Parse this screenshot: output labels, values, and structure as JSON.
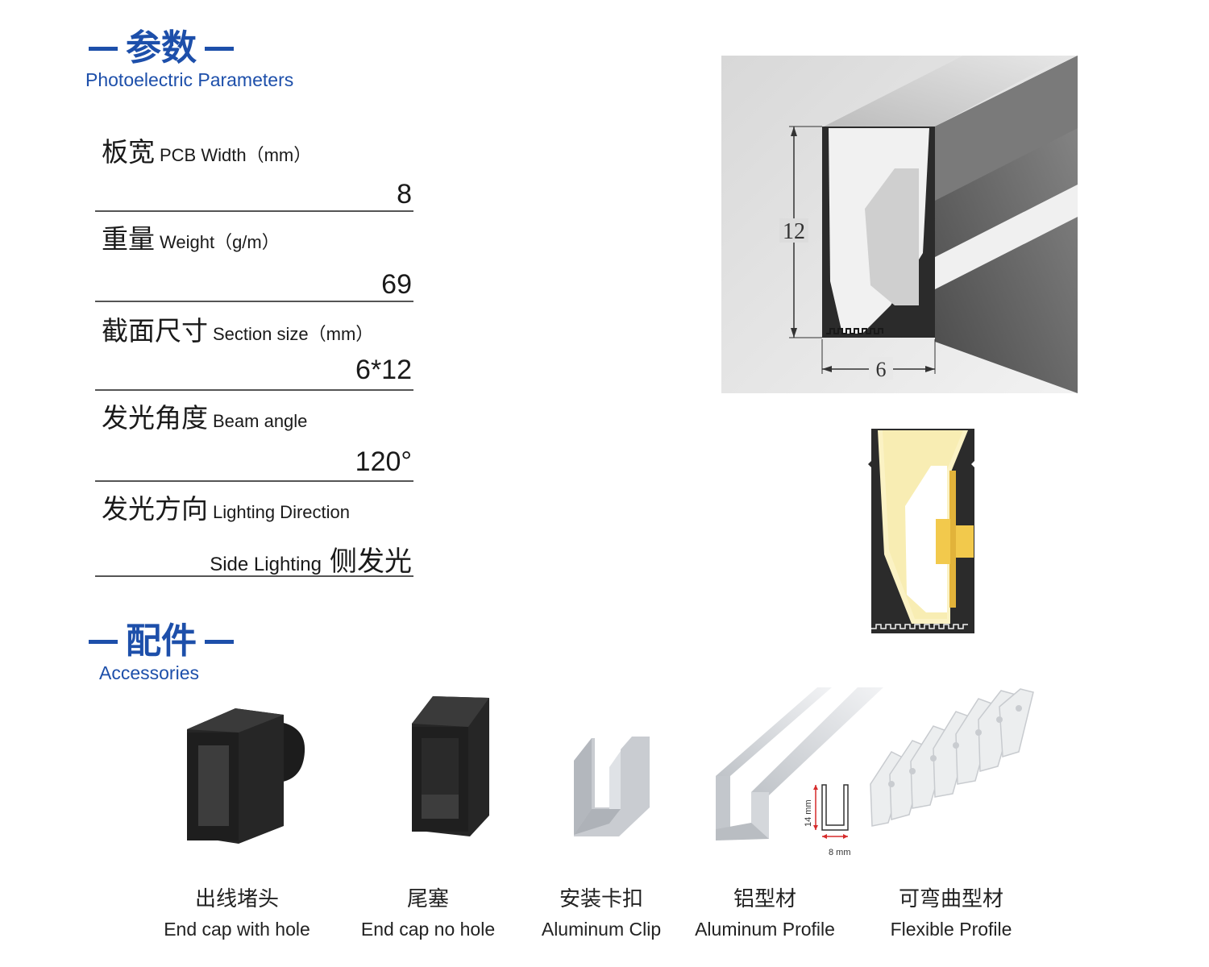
{
  "parameters_section": {
    "title": "参数",
    "subtitle": "Photoelectric Parameters",
    "rows": [
      {
        "label_cn": "板宽",
        "label_en": "PCB Width（mm）",
        "value": "8",
        "value_cn": ""
      },
      {
        "label_cn": "重量",
        "label_en": "Weight（g/m）",
        "value": "69",
        "value_cn": ""
      },
      {
        "label_cn": "截面尺寸",
        "label_en": "Section size（mm）",
        "value": "6*12",
        "value_cn": ""
      },
      {
        "label_cn": "发光角度",
        "label_en": "Beam angle",
        "value": "120°",
        "value_cn": ""
      },
      {
        "label_cn": "发光方向",
        "label_en": "Lighting Direction",
        "value": "Side Lighting",
        "value_cn": "侧发光"
      }
    ]
  },
  "dimension_drawing": {
    "height_label": "12",
    "width_label": "6"
  },
  "accessories_section": {
    "title": "配件",
    "subtitle": "Accessories",
    "items": [
      {
        "name_cn": "出线堵头",
        "name_en": "End cap with hole"
      },
      {
        "name_cn": "尾塞",
        "name_en": "End cap no hole"
      },
      {
        "name_cn": "安装卡扣",
        "name_en": "Aluminum Clip"
      },
      {
        "name_cn": "铝型材",
        "name_en": "Aluminum Profile"
      },
      {
        "name_cn": "可弯曲型材",
        "name_en": "Flexible Profile"
      }
    ],
    "profile_dims": {
      "height": "14 mm",
      "width": "8 mm"
    }
  },
  "colors": {
    "accent": "#1d4faa",
    "led_yellow": "#f2c94c",
    "silicone_dark": "#2b2b2b"
  }
}
